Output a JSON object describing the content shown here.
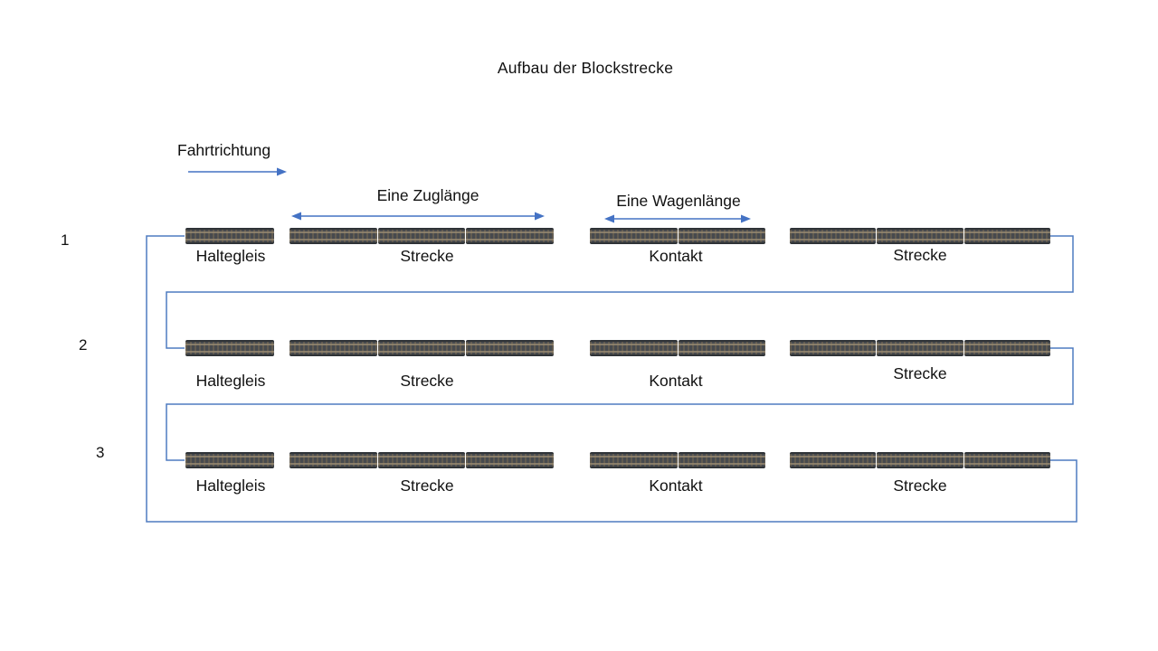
{
  "title": "Aufbau der Blockstrecke",
  "annotations": {
    "direction": "Fahrtrichtung",
    "train_length": "Eine Zuglänge",
    "wagon_length": "Eine Wagenlänge"
  },
  "colors": {
    "arrow": "#4472C4",
    "connector": "#4E7BC0",
    "track_base": "#474A4E",
    "track_tie": "#625C51",
    "track_rail": "#9B8C73"
  },
  "rows": [
    {
      "number": "1",
      "blocks": [
        {
          "label": "Haltegleis",
          "segments": 1
        },
        {
          "label": "Strecke",
          "segments": 3
        },
        {
          "label": "Kontakt",
          "segments": 2
        },
        {
          "label": "Strecke",
          "segments": 3
        }
      ]
    },
    {
      "number": "2",
      "blocks": [
        {
          "label": "Haltegleis",
          "segments": 1
        },
        {
          "label": "Strecke",
          "segments": 3
        },
        {
          "label": "Kontakt",
          "segments": 2
        },
        {
          "label": "Strecke",
          "segments": 3
        }
      ]
    },
    {
      "number": "3",
      "blocks": [
        {
          "label": "Haltegleis",
          "segments": 1
        },
        {
          "label": "Strecke",
          "segments": 3
        },
        {
          "label": "Kontakt",
          "segments": 2
        },
        {
          "label": "Strecke",
          "segments": 3
        }
      ]
    }
  ]
}
